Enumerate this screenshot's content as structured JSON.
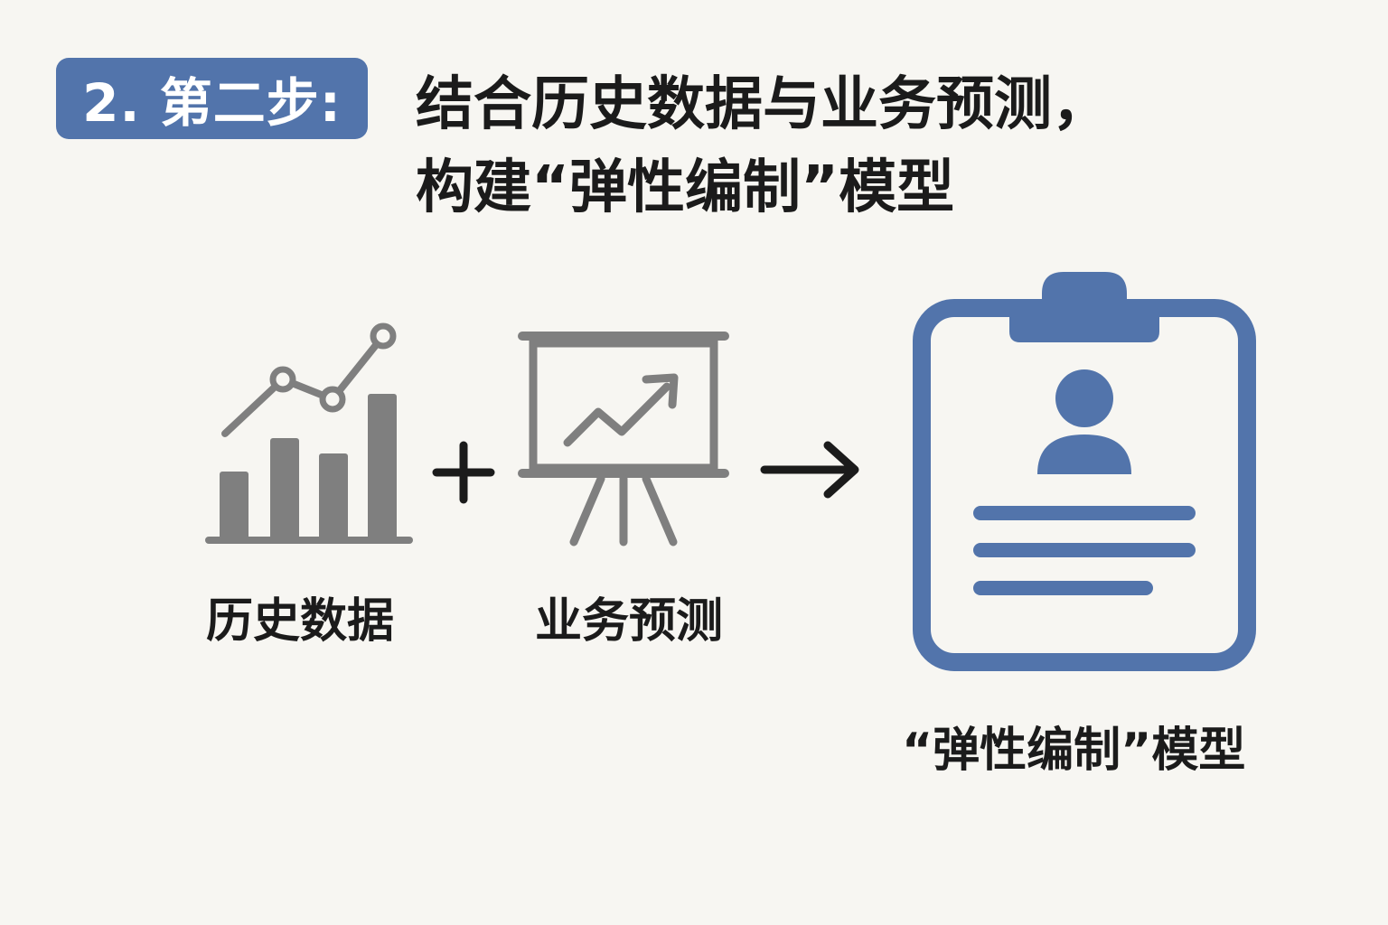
{
  "step": {
    "badge": "2. 第二步:"
  },
  "title": {
    "line1": "结合历史数据与业务预测，",
    "line2": "构建“弹性编制”模型"
  },
  "flow": {
    "input1": {
      "label": "历史数据",
      "icon": "bar-line-chart-icon"
    },
    "operator": {
      "icon": "plus-icon"
    },
    "input2": {
      "label": "业务预测",
      "icon": "presentation-board-icon"
    },
    "arrow": {
      "icon": "arrow-right-icon"
    },
    "output": {
      "label": "“弹性编制”模型",
      "icon": "clipboard-profile-icon"
    }
  },
  "colors": {
    "accent": "#5274ab",
    "icon_gray": "#7f7f7f",
    "text": "#1b1b1b",
    "background": "#f7f6f2"
  }
}
